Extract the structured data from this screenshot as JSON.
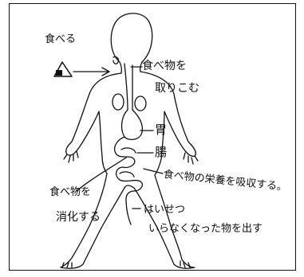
{
  "labels": {
    "eat": "食べる",
    "take_in_line1": "食べ物を",
    "take_in_line2": "取りこむ",
    "stomach": "胃",
    "intestine": "腸",
    "absorb": "食べ物の栄養を吸収する。",
    "digest_line1": "食べ物を",
    "digest_line2": "消化する",
    "excretion_line1": "はいせつ",
    "excretion_line2": "いらなくなった物を出す"
  },
  "colors": {
    "ink": "#111111",
    "paper": "#ffffff"
  },
  "icons": [
    "rice-ball-icon"
  ]
}
